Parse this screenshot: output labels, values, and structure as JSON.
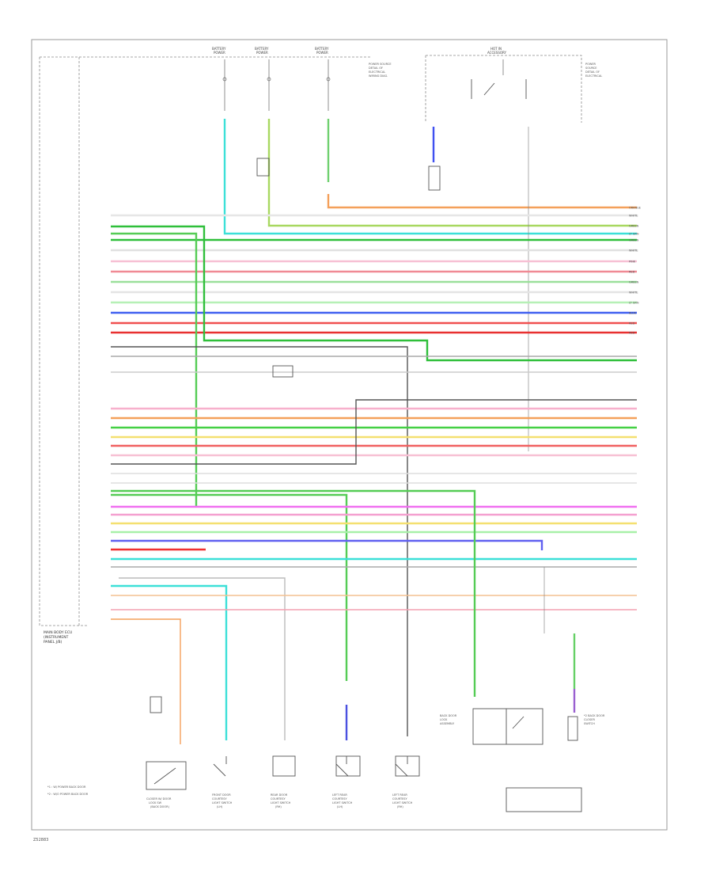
{
  "diagram": {
    "footer_code": "Z52883",
    "ecu_caption": [
      "MAIN BODY ECU",
      "(INSTRUMENT",
      "PANEL J/B)"
    ],
    "legend": [
      "*1 : W/ POWER BACK DOOR",
      "*2 : W/O POWER BACK DOOR"
    ],
    "top_fuses": [
      {
        "lines": [
          "BATTERY",
          "POWER"
        ]
      },
      {
        "lines": [
          "BATTERY",
          "POWER"
        ]
      },
      {
        "lines": [
          "BATTERY",
          "POWER"
        ]
      },
      {
        "lines": [
          "HOT IN",
          "ACCESSORY"
        ]
      }
    ],
    "top_note": [
      "POWER SOURCE",
      "DETAIL OF",
      "ELECTRICAL",
      "WIRING DIAG."
    ],
    "top_note2": [
      "POWER",
      "SOURCE",
      "DETAIL OF",
      "ELECTRICAL"
    ],
    "right_wire_labels": [
      {
        "text": "ORANGE",
        "color": "#f4a05a"
      },
      {
        "text": "WHITE",
        "color": "#cfcfcf"
      },
      {
        "text": "GREEN",
        "color": "#3cc83c"
      },
      {
        "text": "LT GRN",
        "color": "#3ce0d8"
      },
      {
        "text": "GREEN",
        "color": "#2fbf3a"
      },
      {
        "text": "WHITE",
        "color": "#d8d8d8"
      },
      {
        "text": "PINK",
        "color": "#f7a8c8"
      },
      {
        "text": "RED",
        "color": "#f07080"
      },
      {
        "text": "GREEN",
        "color": "#7fdc7f"
      },
      {
        "text": "WHITE",
        "color": "#dddddd"
      },
      {
        "text": "LT GRN",
        "color": "#a8f0a8"
      },
      {
        "text": "BLUE",
        "color": "#4060f0"
      },
      {
        "text": "RED",
        "color": "#f05050"
      },
      {
        "text": "RED",
        "color": "#e83030"
      }
    ],
    "switches": [
      {
        "lines": [
          "CLOSER W/ DOOR",
          "LOCK SW",
          "(BACK DOOR)"
        ]
      },
      {
        "lines": [
          "FRONT DOOR",
          "COURTESY",
          "LIGHT SWITCH",
          "(LH)"
        ]
      },
      {
        "lines": [
          "REAR DOOR",
          "COURTESY",
          "LIGHT SWITCH",
          "(RH)"
        ]
      },
      {
        "lines": [
          "LEFT REAR",
          "COURTESY",
          "LIGHT SWITCH",
          "(LH)"
        ]
      },
      {
        "lines": [
          "LEFT REAR",
          "COURTESY",
          "LIGHT SWITCH",
          "(RH)"
        ]
      }
    ],
    "right_blocks": [
      {
        "lines": [
          "BACK DOOR",
          "LOCK",
          "ASSEMBLY"
        ]
      },
      {
        "lines": [
          "*2 BACK DOOR",
          "CLOSER",
          "SWITCH"
        ]
      }
    ]
  }
}
